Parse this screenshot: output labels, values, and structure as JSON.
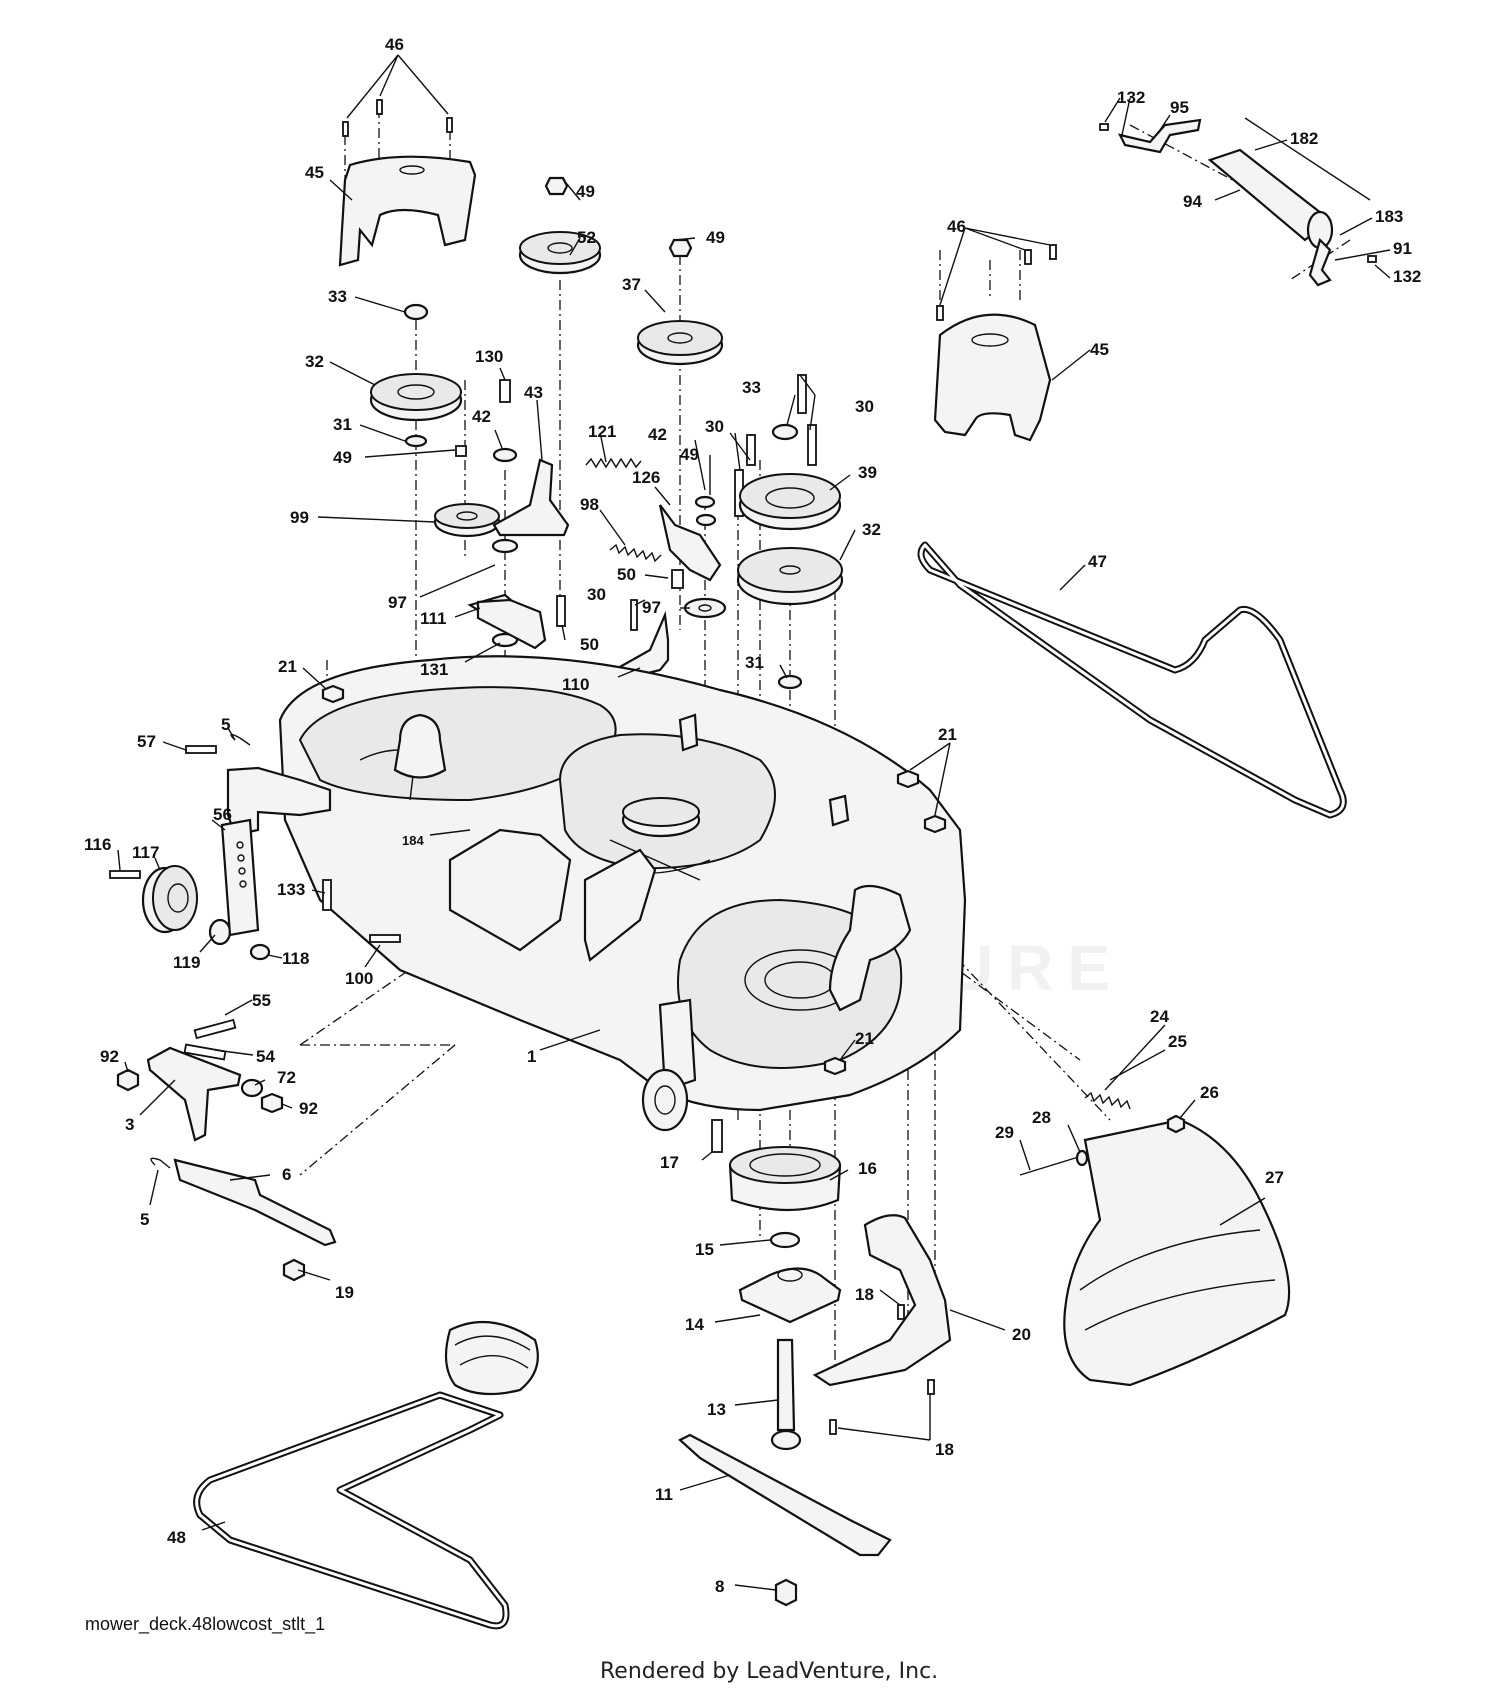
{
  "diagram": {
    "caption": "mower_deck.48lowcost_stlt_1",
    "footer": "Rendered by LeadVenture, Inc.",
    "watermark": "LEADVENTURE",
    "labels": [
      {
        "id": "l46a",
        "text": "46"
      },
      {
        "id": "l45a",
        "text": "45"
      },
      {
        "id": "l33a",
        "text": "33"
      },
      {
        "id": "l32a",
        "text": "32"
      },
      {
        "id": "l31a",
        "text": "31"
      },
      {
        "id": "l49a",
        "text": "49"
      },
      {
        "id": "l99",
        "text": "99"
      },
      {
        "id": "l97a",
        "text": "97"
      },
      {
        "id": "l111",
        "text": "111"
      },
      {
        "id": "l131",
        "text": "131"
      },
      {
        "id": "l130",
        "text": "130"
      },
      {
        "id": "l42a",
        "text": "42"
      },
      {
        "id": "l43",
        "text": "43"
      },
      {
        "id": "l49b",
        "text": "49"
      },
      {
        "id": "l52",
        "text": "52"
      },
      {
        "id": "l121",
        "text": "121"
      },
      {
        "id": "l98",
        "text": "98"
      },
      {
        "id": "l50a",
        "text": "50"
      },
      {
        "id": "l50b",
        "text": "50"
      },
      {
        "id": "l30a",
        "text": "30"
      },
      {
        "id": "l126",
        "text": "126"
      },
      {
        "id": "l42b",
        "text": "42"
      },
      {
        "id": "l49c",
        "text": "49"
      },
      {
        "id": "l49d",
        "text": "49"
      },
      {
        "id": "l37",
        "text": "37"
      },
      {
        "id": "l97b",
        "text": "97"
      },
      {
        "id": "l110",
        "text": "110"
      },
      {
        "id": "l30b",
        "text": "30"
      },
      {
        "id": "l33b",
        "text": "33"
      },
      {
        "id": "l30c",
        "text": "30"
      },
      {
        "id": "l39",
        "text": "39"
      },
      {
        "id": "l32b",
        "text": "32"
      },
      {
        "id": "l31b",
        "text": "31"
      },
      {
        "id": "l46b",
        "text": "46"
      },
      {
        "id": "l45b",
        "text": "45"
      },
      {
        "id": "l132a",
        "text": "132"
      },
      {
        "id": "l95",
        "text": "95"
      },
      {
        "id": "l182",
        "text": "182"
      },
      {
        "id": "l94",
        "text": "94"
      },
      {
        "id": "l183",
        "text": "183"
      },
      {
        "id": "l91",
        "text": "91"
      },
      {
        "id": "l132b",
        "text": "132"
      },
      {
        "id": "l47",
        "text": "47"
      },
      {
        "id": "l21a",
        "text": "21"
      },
      {
        "id": "l21b",
        "text": "21"
      },
      {
        "id": "l21c",
        "text": "21"
      },
      {
        "id": "l57",
        "text": "57"
      },
      {
        "id": "l5a",
        "text": "5"
      },
      {
        "id": "l116",
        "text": "116"
      },
      {
        "id": "l117",
        "text": "117"
      },
      {
        "id": "l56",
        "text": "56"
      },
      {
        "id": "l184",
        "text": "184"
      },
      {
        "id": "l133",
        "text": "133"
      },
      {
        "id": "l119",
        "text": "119"
      },
      {
        "id": "l118",
        "text": "118"
      },
      {
        "id": "l100",
        "text": "100"
      },
      {
        "id": "l1",
        "text": "1"
      },
      {
        "id": "l55",
        "text": "55"
      },
      {
        "id": "l54",
        "text": "54"
      },
      {
        "id": "l92a",
        "text": "92"
      },
      {
        "id": "l72",
        "text": "72"
      },
      {
        "id": "l92b",
        "text": "92"
      },
      {
        "id": "l3",
        "text": "3"
      },
      {
        "id": "l6",
        "text": "6"
      },
      {
        "id": "l5b",
        "text": "5"
      },
      {
        "id": "l19",
        "text": "19"
      },
      {
        "id": "l17",
        "text": "17"
      },
      {
        "id": "l16",
        "text": "16"
      },
      {
        "id": "l15",
        "text": "15"
      },
      {
        "id": "l14",
        "text": "14"
      },
      {
        "id": "l13",
        "text": "13"
      },
      {
        "id": "l11",
        "text": "11"
      },
      {
        "id": "l8",
        "text": "8"
      },
      {
        "id": "l18a",
        "text": "18"
      },
      {
        "id": "l18b",
        "text": "18"
      },
      {
        "id": "l20",
        "text": "20"
      },
      {
        "id": "l24",
        "text": "24"
      },
      {
        "id": "l25",
        "text": "25"
      },
      {
        "id": "l26",
        "text": "26"
      },
      {
        "id": "l28",
        "text": "28"
      },
      {
        "id": "l29",
        "text": "29"
      },
      {
        "id": "l27",
        "text": "27"
      },
      {
        "id": "l48",
        "text": "48"
      }
    ]
  }
}
